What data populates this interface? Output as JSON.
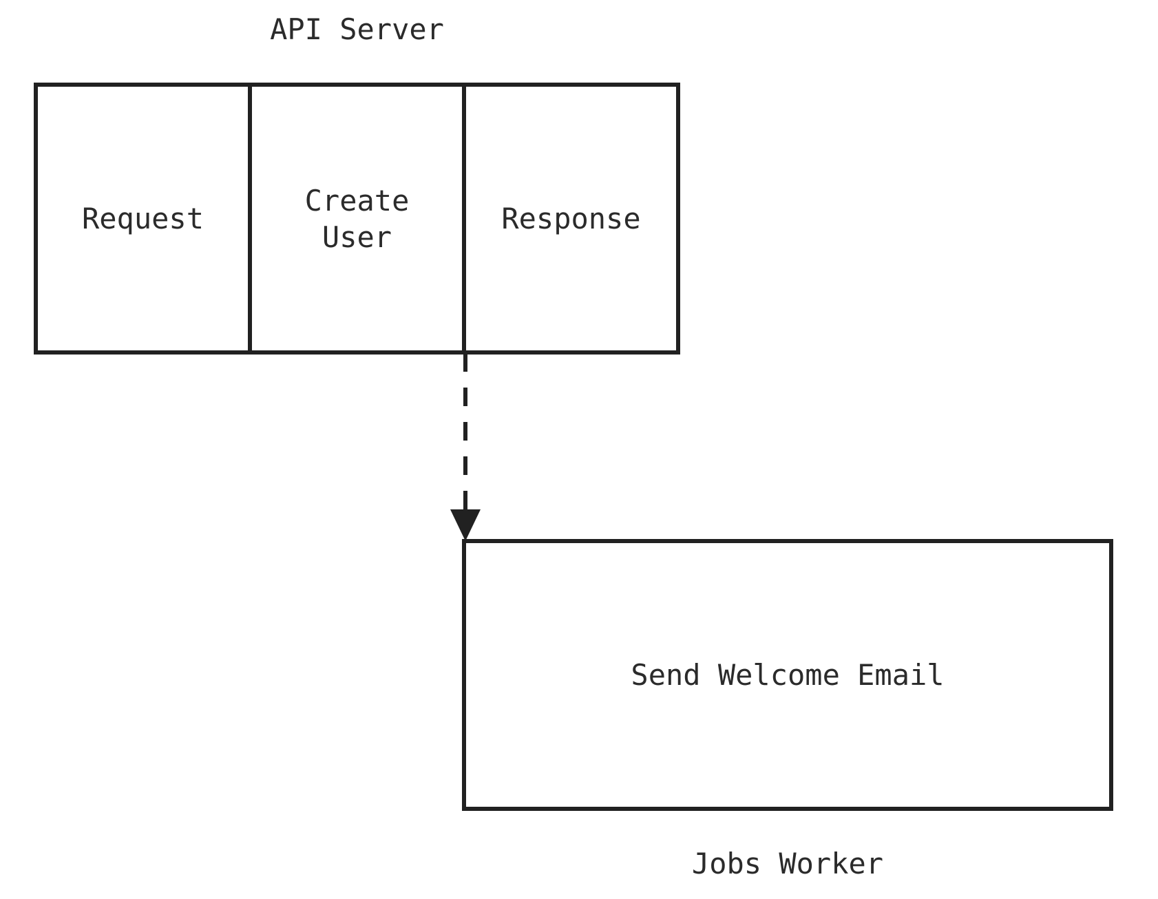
{
  "api_server": {
    "title": "API Server",
    "stages": [
      {
        "label": "Request"
      },
      {
        "label": "Create User"
      },
      {
        "label": "Response"
      }
    ]
  },
  "connector": {
    "type": "dashed-arrow",
    "direction": "down"
  },
  "jobs_worker": {
    "title": "Jobs Worker",
    "job": {
      "label": "Send Welcome Email"
    }
  },
  "colors": {
    "stroke": "#212121",
    "text": "#2b2b2b",
    "background": "#ffffff"
  }
}
